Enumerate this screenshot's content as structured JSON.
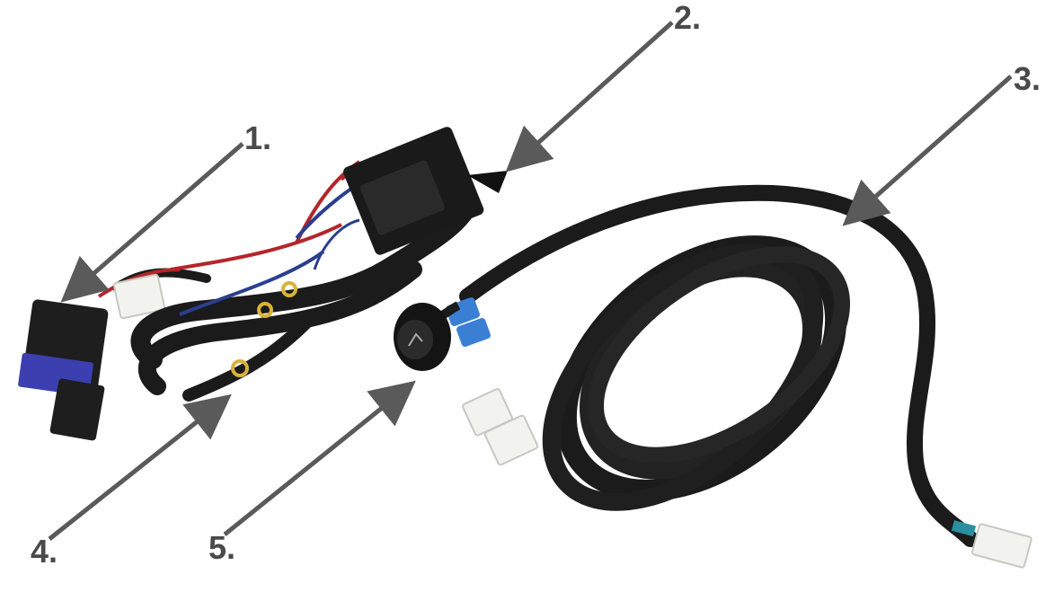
{
  "callouts": [
    {
      "label": "1."
    },
    {
      "label": "2."
    },
    {
      "label": "3."
    },
    {
      "label": "4."
    },
    {
      "label": "5."
    }
  ],
  "colors": {
    "background": "#ffffff",
    "callout_text": "#4a4a4a",
    "arrow": "#5a5a5a",
    "cable": "#1b1b1b",
    "wire_red": "#b3262a",
    "wire_blue": "#2a3f8f",
    "connector": "#f2f2ee",
    "fuse": "#3b3fb0",
    "terminal": "#d8b23a"
  }
}
